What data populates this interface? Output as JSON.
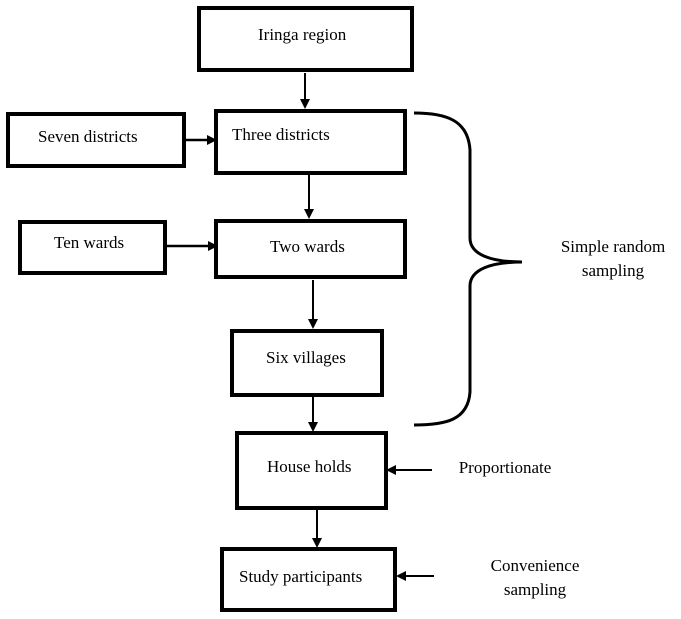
{
  "boxes": {
    "iringa_region": "Iringa region",
    "seven_districts": "Seven districts",
    "three_districts": "Three districts",
    "ten_wards": "Ten wards",
    "two_wards": "Two wards",
    "six_villages": "Six villages",
    "house_holds": "House holds",
    "study_participants": "Study participants"
  },
  "annotations": {
    "simple_random_line1": "Simple random",
    "simple_random_line2": "sampling",
    "proportionate": "Proportionate",
    "convenience_line1": "Convenience",
    "convenience_line2": "sampling"
  }
}
